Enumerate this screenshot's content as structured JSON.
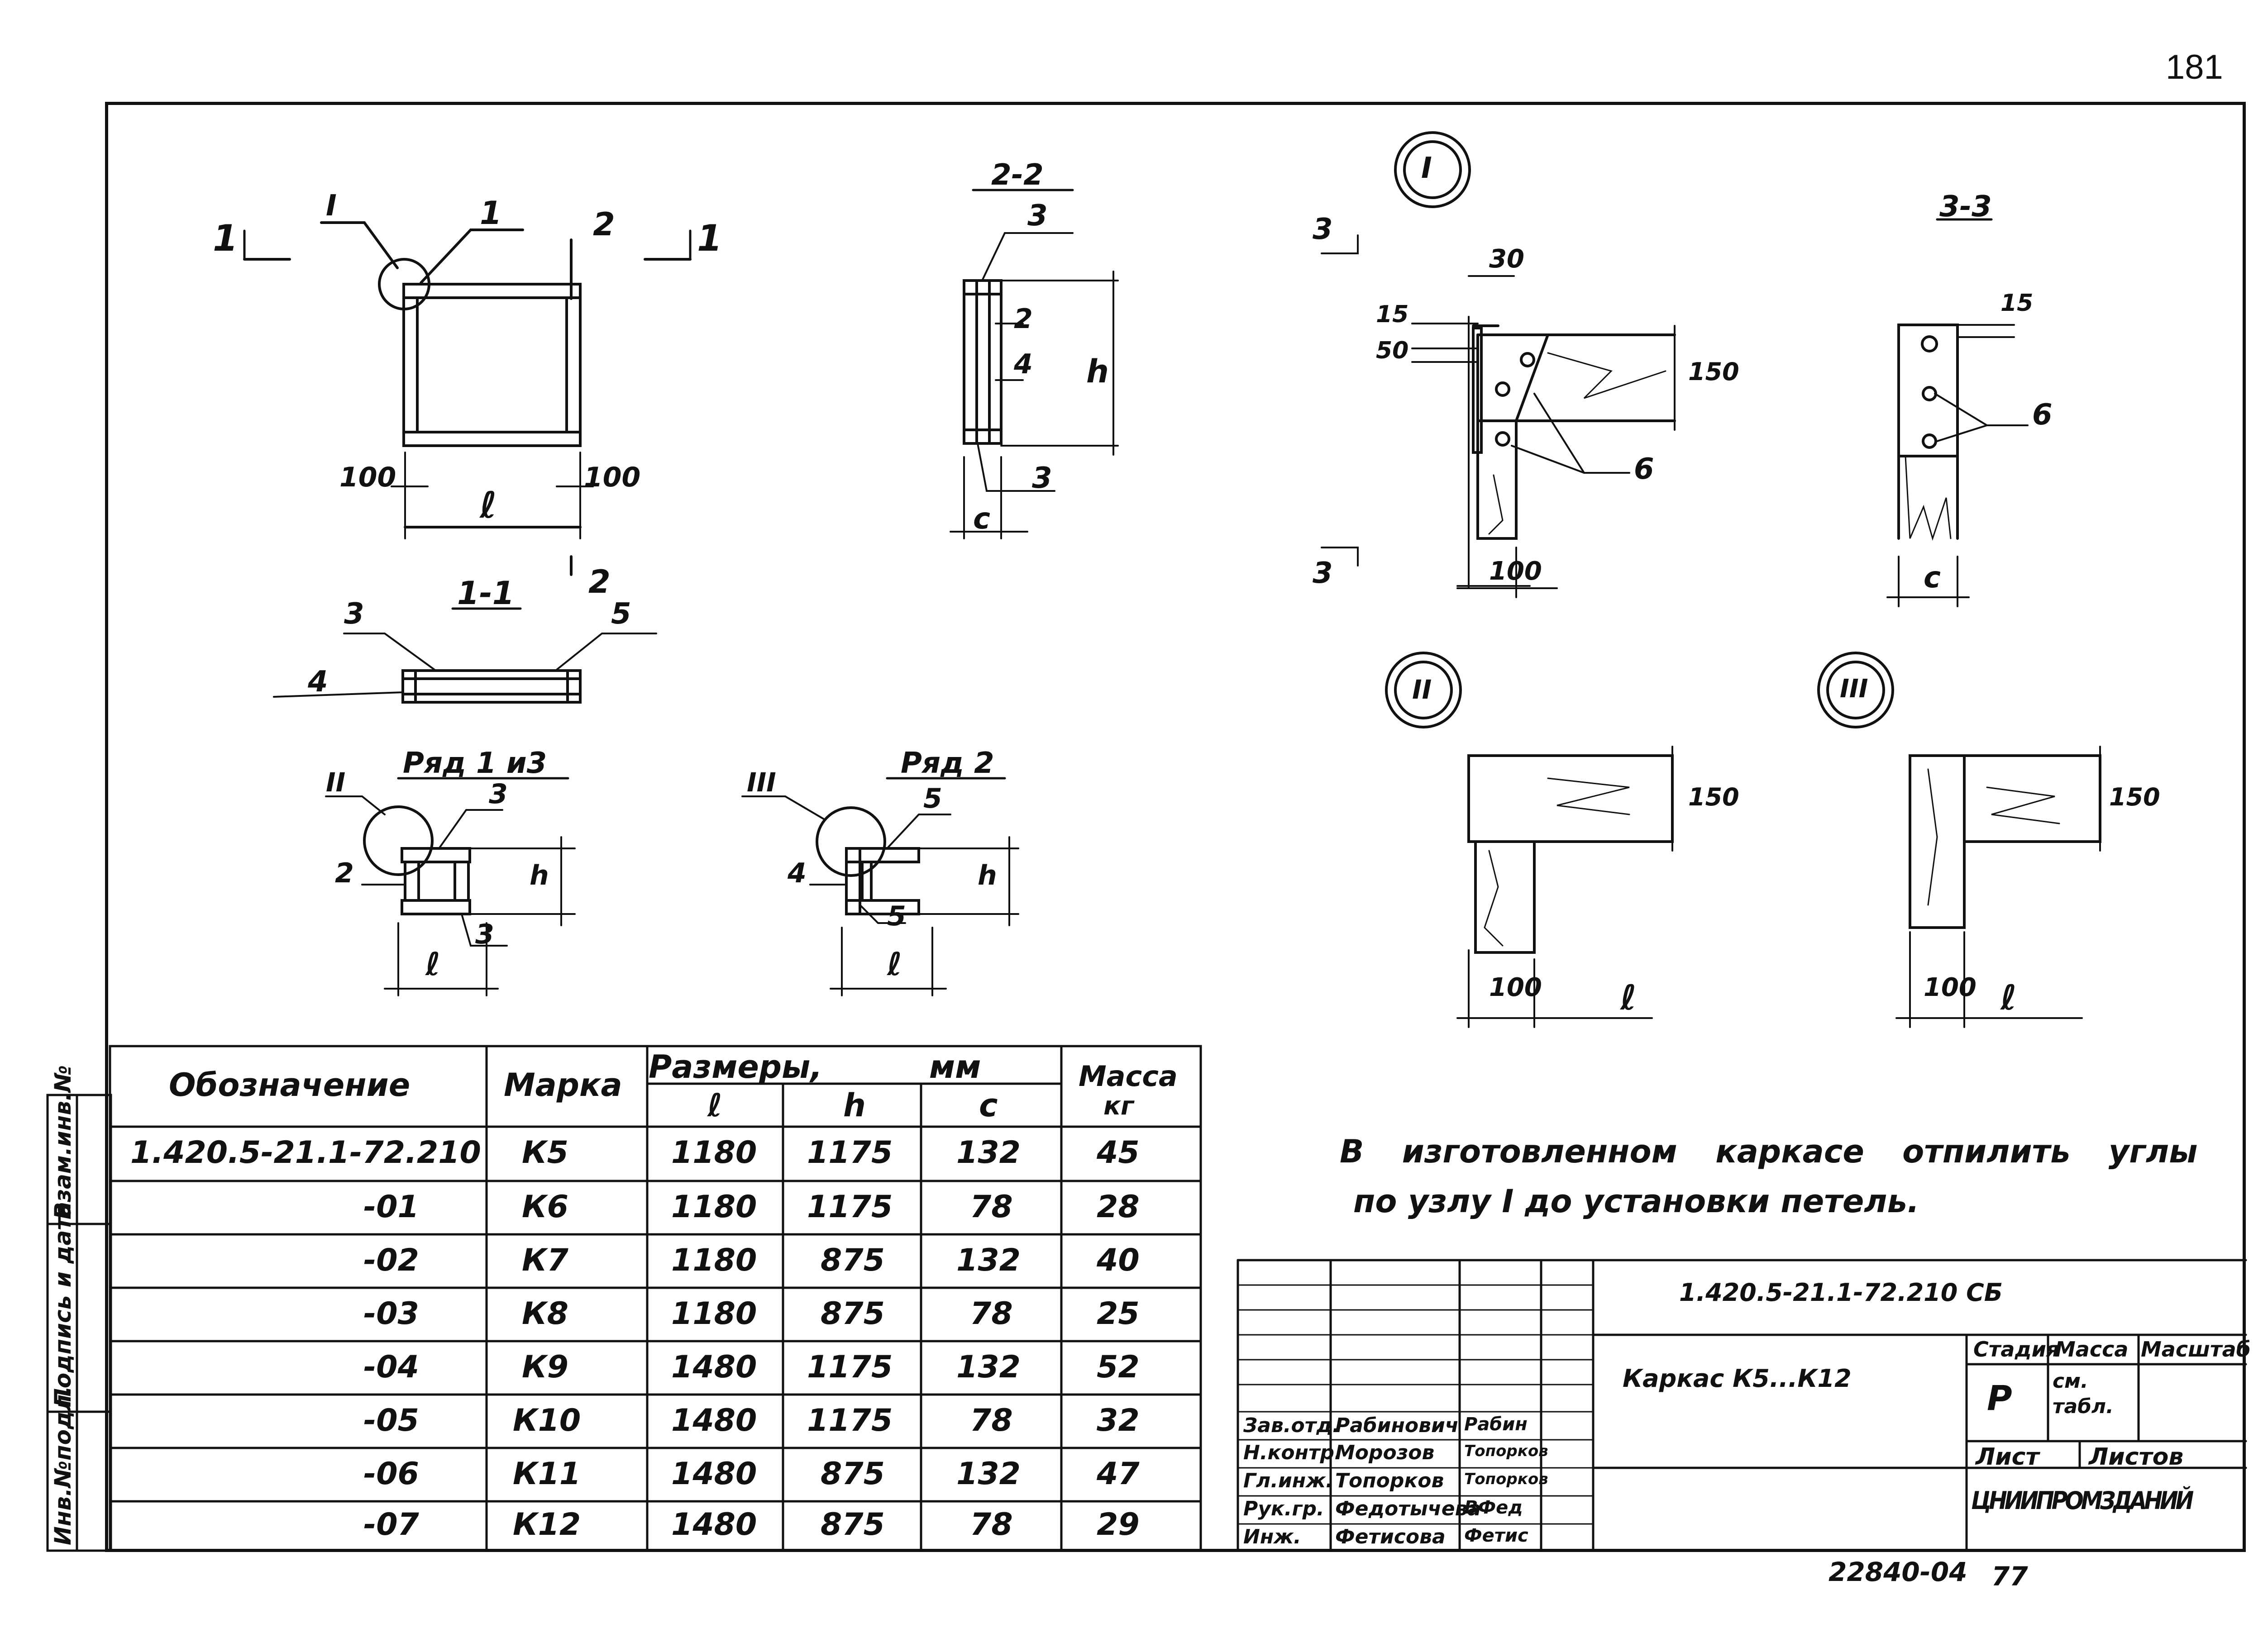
{
  "page_number": "181",
  "drawing": {
    "section_labels": {
      "plan_cut_left": "1",
      "plan_cut_right": "1",
      "plan_cut_side": "2",
      "section_2_2": "2-2",
      "section_1_1": "1-1",
      "section_3_3": "3-3",
      "cut_3_top": "3",
      "cut_3_bottom": "3",
      "cut_2_bottom": "2"
    },
    "row_captions": {
      "row_1_3": "Ряд 1 и3",
      "row_2": "Ряд 2"
    },
    "node_labels": {
      "node_I": "I",
      "node_II": "II",
      "node_III": "III",
      "node_I_circle": "I",
      "node_II_circle": "II",
      "node_III_circle": "III"
    },
    "positions": {
      "p1": "1",
      "p2": "2",
      "p3a": "3",
      "p3b": "3",
      "p4": "4",
      "p3c": "3",
      "p5": "5",
      "p4b": "4",
      "p3d": "3",
      "p2b": "2",
      "p3e": "3",
      "p4c": "4",
      "p5b": "5",
      "p5c": "5",
      "p6a": "6",
      "p6b": "6"
    },
    "dims": {
      "d100_left": "100",
      "d100_right": "100",
      "l_plan": "ℓ",
      "h_22": "h",
      "c_22": "c",
      "h_row13": "h",
      "l_row13": "ℓ",
      "h_row2": "h",
      "l_row2": "ℓ",
      "d30": "30",
      "d15a": "15",
      "d50": "50",
      "d150a": "150",
      "d100_node1": "100",
      "d15b": "15",
      "c_33": "c",
      "d150b": "150",
      "d100_node2": "100",
      "l_node2": "ℓ",
      "d150c": "150",
      "d100_node3": "100",
      "l_node3": "ℓ"
    }
  },
  "spec_table": {
    "headers": {
      "designation": "Обозначение",
      "mark": "Марка",
      "sizes": "Размеры,",
      "unit": "мм",
      "l": "ℓ",
      "h": "h",
      "c": "c",
      "mass": "Масса",
      "mass_unit": "кг"
    },
    "rows": [
      {
        "designation": "1.420.5-21.1-72.210",
        "mark": "К5",
        "l": "1180",
        "h": "1175",
        "c": "132",
        "mass": "45"
      },
      {
        "designation": "-01",
        "mark": "К6",
        "l": "1180",
        "h": "1175",
        "c": "78",
        "mass": "28"
      },
      {
        "designation": "-02",
        "mark": "К7",
        "l": "1180",
        "h": "875",
        "c": "132",
        "mass": "40"
      },
      {
        "designation": "-03",
        "mark": "К8",
        "l": "1180",
        "h": "875",
        "c": "78",
        "mass": "25"
      },
      {
        "designation": "-04",
        "mark": "К9",
        "l": "1480",
        "h": "1175",
        "c": "132",
        "mass": "52"
      },
      {
        "designation": "-05",
        "mark": "К10",
        "l": "1480",
        "h": "1175",
        "c": "78",
        "mass": "32"
      },
      {
        "designation": "-06",
        "mark": "К11",
        "l": "1480",
        "h": "875",
        "c": "132",
        "mass": "47"
      },
      {
        "designation": "-07",
        "mark": "К12",
        "l": "1480",
        "h": "875",
        "c": "78",
        "mass": "29"
      }
    ]
  },
  "note": {
    "line1": "В изготовленном каркасе отпилить углы",
    "line2": "по узлу I до установки петель."
  },
  "side_strip": {
    "inv_orig": "Инв.№подл.",
    "sign_date": "Подпись и дата",
    "inv_repl": "Взам.инв.№"
  },
  "title_block": {
    "doc_code": "1.420.5-21.1-72.210 СБ",
    "title": "Каркас К5...К12",
    "stage_label": "Стадия",
    "mass_label": "Масса",
    "scale_label": "Масштаб",
    "stage_value": "Р",
    "mass_value": "см. табл.",
    "sheet_label": "Лист",
    "sheets_label": "Листов",
    "organization": "ЦНИИПРОМЗДАНИЙ",
    "signatures": [
      {
        "role": "Зав.отд.",
        "name": "Рабинович",
        "sign": "Рабин"
      },
      {
        "role": "Н.контр.",
        "name": "Морозов",
        "sign": "Топорков"
      },
      {
        "role": "Гл.инж.",
        "name": "Топорков",
        "sign": "Топорков"
      },
      {
        "role": "Рук.гр.",
        "name": "Федотычева",
        "sign": "ВФед"
      },
      {
        "role": "Инж.",
        "name": "Фетисова",
        "sign": "Фетис"
      }
    ]
  },
  "footer": {
    "archive": "22840-04",
    "number": "77"
  }
}
